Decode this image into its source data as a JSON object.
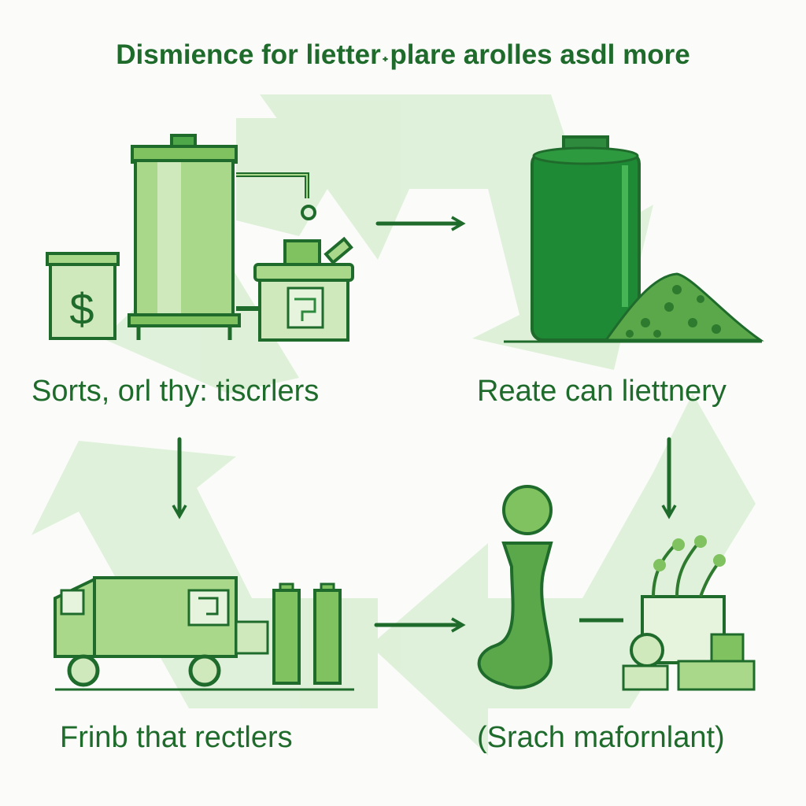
{
  "colors": {
    "dark_green": "#1f6b2c",
    "mid_green": "#2e8b3e",
    "light_green": "#a9d88a",
    "pale_green": "#cfe9bd",
    "recycle_bg": "#dcefd6"
  },
  "header": {
    "title": "Dismience for lietter˖plare arolles asdl more"
  },
  "steps": [
    {
      "label": "Sorts, orl thy: tiscrlers",
      "icons": [
        "water-tank-icon",
        "money-bin-icon",
        "processing-machine-icon"
      ]
    },
    {
      "label": "Reate can liettnery",
      "icons": [
        "silo-icon",
        "pellet-pile-icon"
      ]
    },
    {
      "label": "Frinb that rectlers",
      "icons": [
        "garbage-truck-icon",
        "battery-icon",
        "battery-icon"
      ]
    },
    {
      "label": "(Srach mafornlant)",
      "icons": [
        "green-figure-icon",
        "plant-box-icon",
        "products-stack-icon"
      ]
    }
  ],
  "background_icon": "recycling-symbol-icon"
}
